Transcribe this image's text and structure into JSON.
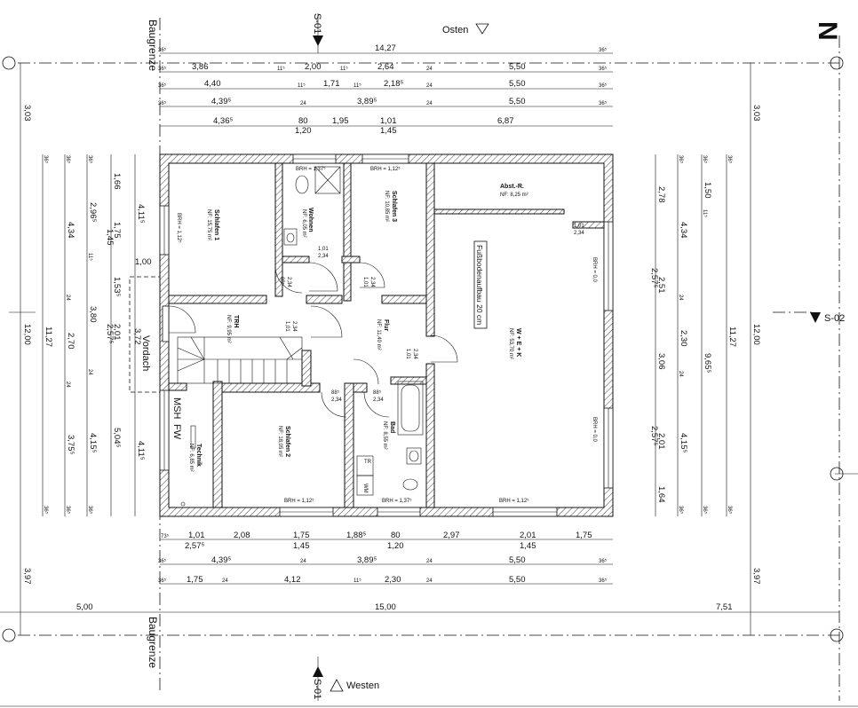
{
  "labels": {
    "north": "N",
    "east": "Osten",
    "west": "Westen",
    "section_top": "S-01",
    "section_bottom": "S-01",
    "section_right": "S-02",
    "baugrenze_top": "Baugrenze",
    "baugrenze_bottom": "Baugrenze",
    "vordach": "Vordach",
    "vordach_dim": "3,72",
    "floor_note": "Fußbodenaufbau 20 cm",
    "msh": "MSH",
    "fw": "FW",
    "tr": "TR",
    "wm": "WM"
  },
  "rooms": [
    {
      "name": "Schlafen 1",
      "area": "NF: 15,75 m²"
    },
    {
      "name": "Wohnen",
      "area": "NF: 6,05 m²"
    },
    {
      "name": "Schlafen 3",
      "area": "NF: 10,85 m²"
    },
    {
      "name": "Abst.-R.",
      "area": "NF: 8,25 m²"
    },
    {
      "name": "TRH",
      "area": "NF: 9,95 m²"
    },
    {
      "name": "Flur",
      "area": "NF: 11,40 m²"
    },
    {
      "name": "W + E + K",
      "area": "NF: 53,70 m²"
    },
    {
      "name": "Technik",
      "area": "NF: 6,85 m²"
    },
    {
      "name": "Schlafen 2",
      "area": "NF: 18,05 m²"
    },
    {
      "name": "Bad",
      "area": "NF: 8,55 m²"
    }
  ],
  "brh": {
    "top1": "BRH = 1,37⁵",
    "top2": "BRH = 1,12⁵",
    "bot1": "BRH = 1,12⁵",
    "bot2": "BRH = 1,37⁵",
    "bot3": "BRH = 1,12⁵",
    "right1": "BRH = 0,0",
    "right2": "BRH = 0,0",
    "left1": "BRH = 1,12⁵"
  },
  "doors": {
    "d1": "1,01",
    "d1b": "2,34",
    "d2": "88⁵",
    "d2b": "2,34",
    "d3": "1,01",
    "d3b": "2,34",
    "d4": "1,01",
    "d4b": "2,34",
    "d5": "1,01",
    "d5b": "2,34",
    "d6": "88⁵",
    "d6b": "2,34",
    "d7": "88⁵",
    "d7b": "2,34",
    "d8": "1,01",
    "d8b": "2,34"
  },
  "dims_top": {
    "r1": [
      "36⁵",
      "14,27",
      "36⁵"
    ],
    "r2": [
      "36⁵",
      "3,86",
      "11⁵",
      "2,00",
      "11⁵",
      "2,64",
      "24",
      "5,50",
      "36⁵"
    ],
    "r3": [
      "36⁵",
      "4,40",
      "11⁵",
      "1,71",
      "11⁵",
      "2,18⁵",
      "24",
      "5,50",
      "36⁵"
    ],
    "r4": [
      "36⁵",
      "4,39⁵",
      "24",
      "3,89⁵",
      "24",
      "5,50",
      "36⁵"
    ],
    "r5": [
      "4,36⁵",
      "80",
      "1,95",
      "1,01",
      "6,87"
    ],
    "r5b": [
      "1,20",
      "1,45"
    ]
  },
  "dims_bottom": {
    "r1": [
      "73⁵",
      "1,01",
      "2,08",
      "1,75",
      "1,88⁵",
      "80",
      "2,97",
      "2,01",
      "1,75"
    ],
    "r1b": [
      "2,57⁵",
      "1,45",
      "1,20",
      "1,45"
    ],
    "r2": [
      "36⁵",
      "4,39⁵",
      "24",
      "3,89⁵",
      "24",
      "5,50",
      "36⁵"
    ],
    "r3": [
      "36⁵",
      "1,75",
      "24",
      "4,12",
      "11⁵",
      "2,30",
      "24",
      "5,50",
      "36⁵"
    ],
    "site": [
      "5,00",
      "15,00",
      "7,51"
    ]
  },
  "dims_left": {
    "total": "12,00",
    "site_top": "3,03",
    "site_bot": "3,97",
    "c1": [
      "36⁵",
      "11,27",
      "36⁵"
    ],
    "c2": [
      "36⁵",
      "4,34",
      "24",
      "2,70",
      "24",
      "3,75⁵",
      "36⁵"
    ],
    "c3": [
      "36⁵",
      "2,96⁵",
      "11⁵",
      "3,80",
      "24",
      "4,15⁵",
      "36⁵"
    ],
    "c4": [
      "1,66",
      "1,75",
      "1,45",
      "1,53⁵",
      "2,01",
      "2,57⁵",
      "5,04⁵"
    ],
    "c5": [
      "4,11⁵",
      "1,00",
      "4,11⁵"
    ]
  },
  "dims_right": {
    "total": "12,00",
    "site_top": "3,03",
    "site_bot": "3,97",
    "c1": [
      "2,78",
      "2,51",
      "2,57⁵",
      "3,06",
      "2,01",
      "2,57⁵",
      "1,64"
    ],
    "c2": [
      "36⁵",
      "4,34",
      "24",
      "2,30",
      "24",
      "4,15⁵",
      "36⁵"
    ],
    "c3": [
      "36⁵",
      "1,50",
      "11⁵",
      "9,65⁵",
      "36⁵"
    ],
    "c4": [
      "36⁵",
      "11,27",
      "36⁵"
    ]
  }
}
